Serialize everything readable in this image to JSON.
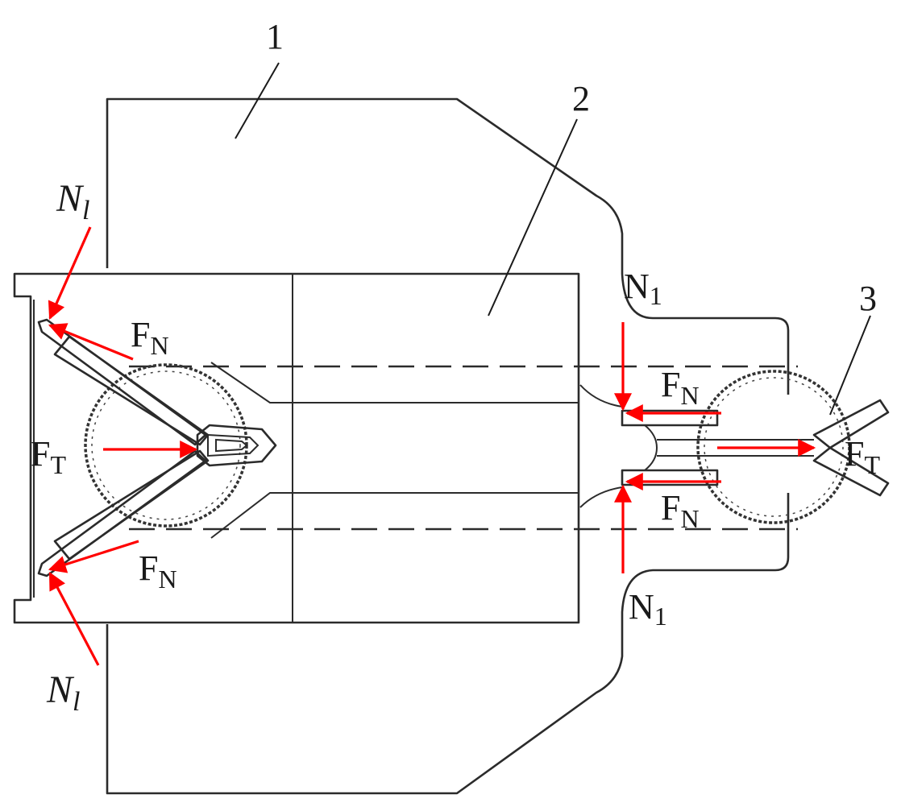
{
  "part_labels": {
    "body": "1",
    "carrier": "2",
    "gripper": "3"
  },
  "force_labels": {
    "fn": "F",
    "fn_sub": "N",
    "ft": "F",
    "ft_sub": "T",
    "n1": "N",
    "n1_sub": "1",
    "n1_italic": "N",
    "n1_italic_sub": "l"
  },
  "colors": {
    "force": "#ff0000",
    "outline": "#2b2b2b",
    "background": "#ffffff"
  }
}
